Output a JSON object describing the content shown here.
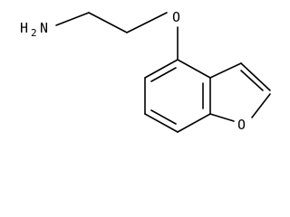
{
  "structure": {
    "amine": {
      "symbol": "H",
      "subscript": "2",
      "element": "N"
    },
    "ether_oxygen": "O",
    "ring_oxygen": "O"
  },
  "colors": {
    "bond": "#000000",
    "background": "#ffffff"
  }
}
